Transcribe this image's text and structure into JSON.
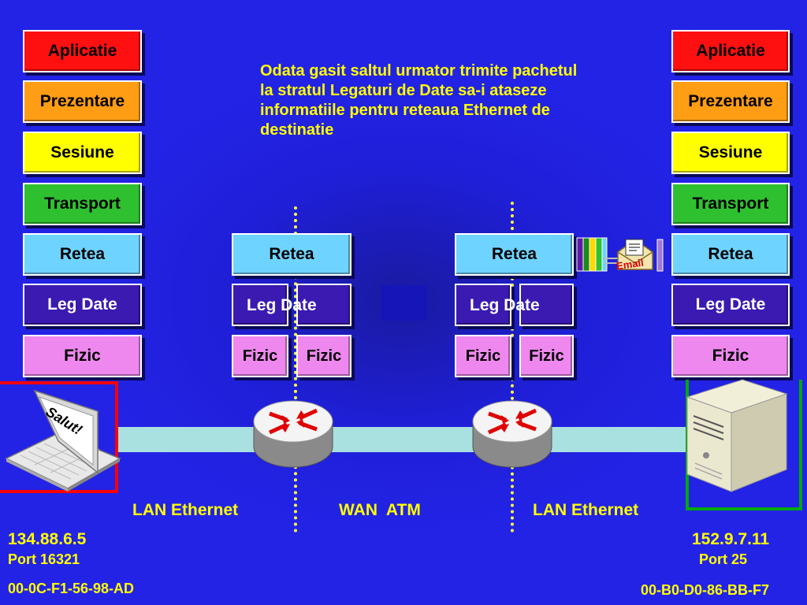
{
  "layers": {
    "aplicatie": "Aplicatie",
    "prezentare": "Prezentare",
    "sesiune": "Sesiune",
    "transport": "Transport",
    "retea": "Retea",
    "leg_date": "Leg Date",
    "fizic": "Fizic"
  },
  "description": "Odata gasit saltul urmator trimite pachetul la stratul Legaturi de Date sa-i ataseze informatiile pentru reteaua Ethernet de destinatie",
  "laptop_label": "Salut!",
  "envelope_label": "Email",
  "networks": {
    "lan_left": "LAN Ethernet",
    "wan": "WAN  ATM",
    "lan_right": "LAN Ethernet"
  },
  "source": {
    "ip": "134.88.6.5",
    "port": "Port 16321",
    "mac": "00-0C-F1-56-98-AD"
  },
  "destination": {
    "ip": "152.9.7.11",
    "port": "Port 25",
    "mac": "00-B0-D0-86-BB-F7"
  },
  "colors": {
    "background": "#2323e6",
    "aplicatie": "#ff1010",
    "prezentare": "#ff9d14",
    "sesiune": "#ffff00",
    "transport": "#2fc02f",
    "retea": "#6fd3ff",
    "leg_date": "#3a1ab0",
    "fizic": "#ee88ee",
    "text_highlight": "#ffff00",
    "source_frame": "#ff0000",
    "destination_frame": "#00aa00"
  }
}
